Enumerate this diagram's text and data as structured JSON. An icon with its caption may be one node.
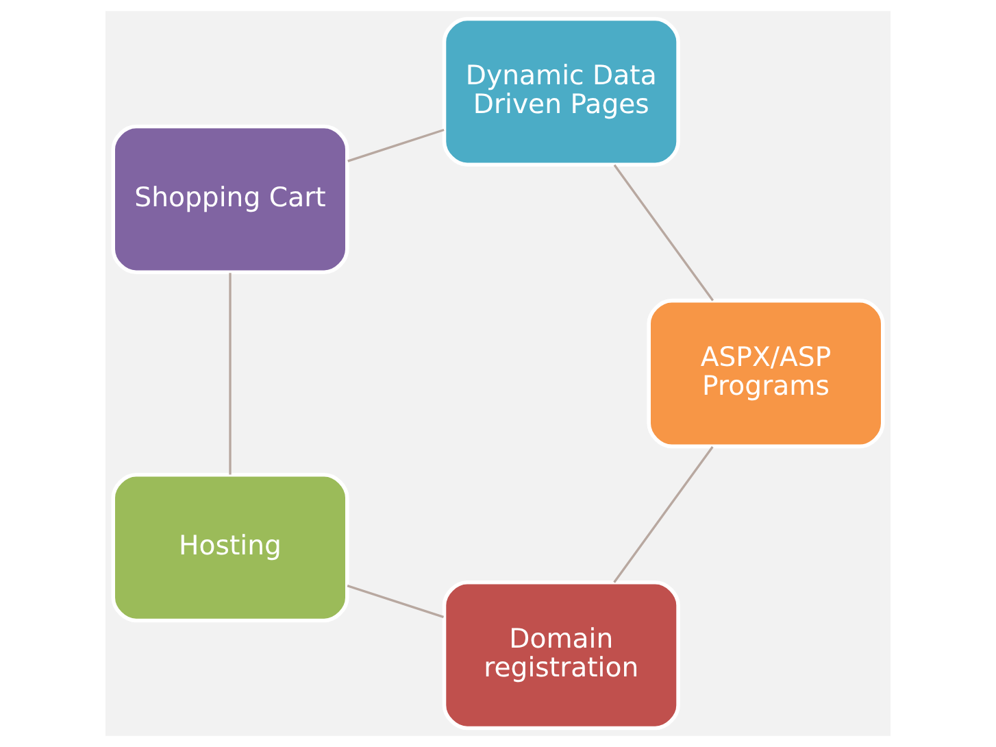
{
  "diagram": {
    "nodes": [
      {
        "text": [
          "Domain registration"
        ]
      },
      {
        "text": [
          "Hosting"
        ]
      },
      {
        "text": [
          "Shopping Cart"
        ]
      },
      {
        "text": [
          "Dynamic Data Driven Pages"
        ]
      },
      {
        "text": [
          "ASPX/ASP Programs"
        ]
      }
    ],
    "edges": [
      {
        "from": 0,
        "to": 1,
        "arrow": "none"
      },
      {
        "from": 1,
        "to": 2,
        "arrow": "none"
      },
      {
        "from": 2,
        "to": 3,
        "arrow": "none"
      },
      {
        "from": 3,
        "to": 4,
        "arrow": "none"
      },
      {
        "from": 4,
        "to": 0,
        "arrow": "none"
      }
    ]
  }
}
